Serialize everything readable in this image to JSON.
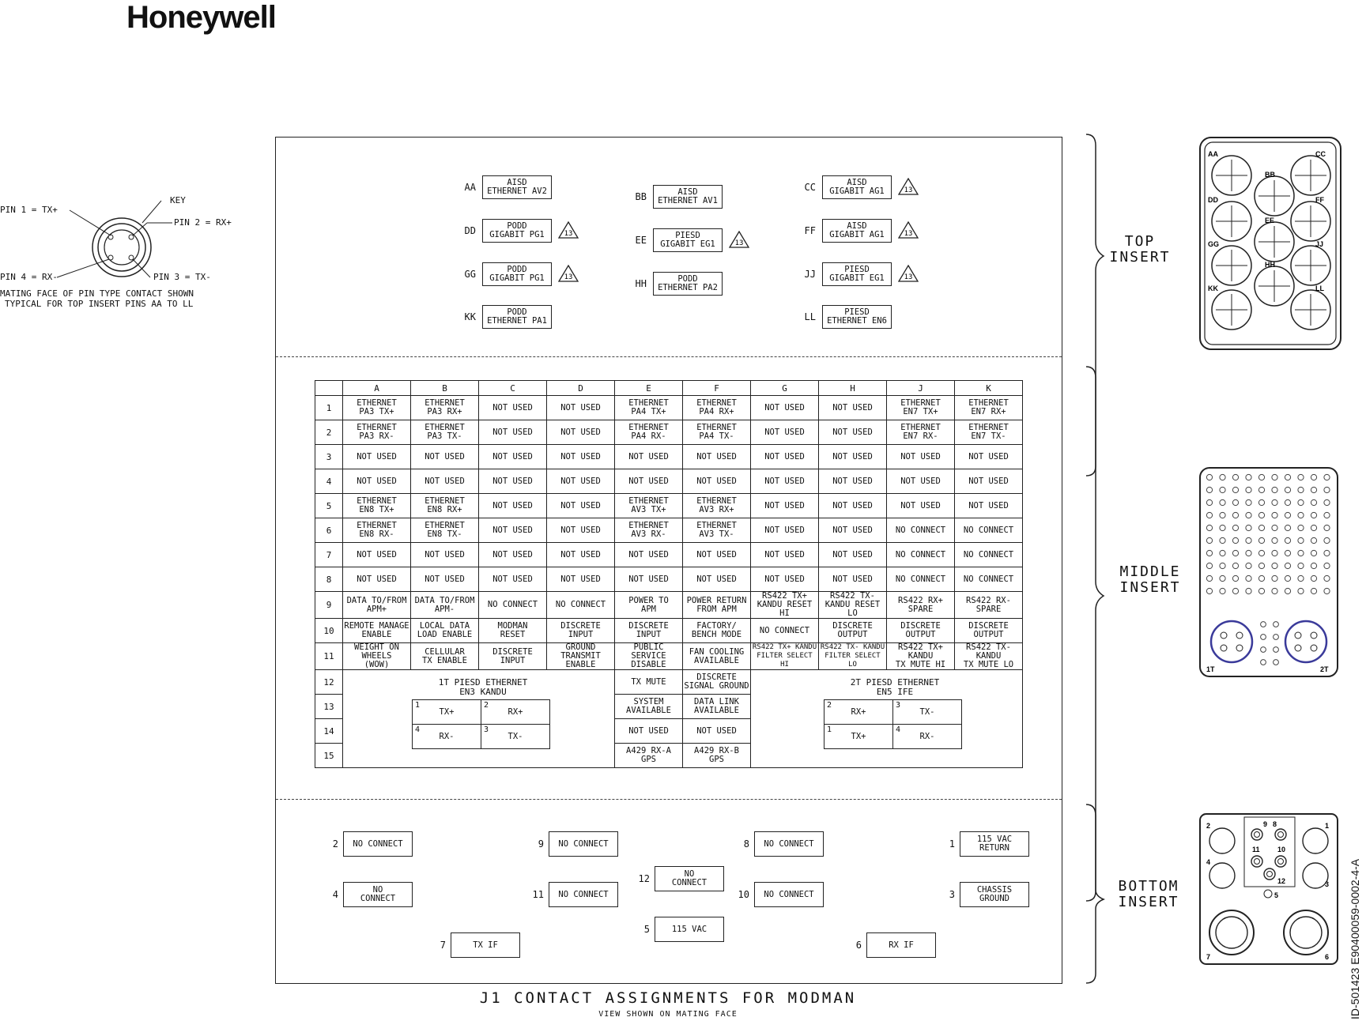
{
  "brand": {
    "logo_text": "Honeywell"
  },
  "pin_note": {
    "pin1": "PIN 1 = TX+",
    "pin2": "PIN 2 = RX+",
    "pin3": "PIN 3 = TX-",
    "pin4": "PIN 4 = RX-",
    "key": "KEY",
    "caption1": "MATING FACE OF PIN TYPE CONTACT SHOWN",
    "caption2": "TYPICAL FOR TOP INSERT PINS AA TO LL"
  },
  "top_insert": {
    "label_line1": "TOP",
    "label_line2": "INSERT",
    "note_symbol": "13",
    "contacts": [
      {
        "id": "AA",
        "line1": "AISD",
        "line2": "ETHERNET AV2",
        "note": false
      },
      {
        "id": "BB",
        "line1": "AISD",
        "line2": "ETHERNET AV1",
        "note": false
      },
      {
        "id": "CC",
        "line1": "AISD",
        "line2": "GIGABIT AG1",
        "note": true
      },
      {
        "id": "DD",
        "line1": "PODD",
        "line2": "GIGABIT PG1",
        "note": true
      },
      {
        "id": "EE",
        "line1": "PIESD",
        "line2": "GIGABIT EG1",
        "note": true
      },
      {
        "id": "FF",
        "line1": "AISD",
        "line2": "GIGABIT AG1",
        "note": true
      },
      {
        "id": "GG",
        "line1": "PODD",
        "line2": "GIGABIT PG1",
        "note": true
      },
      {
        "id": "HH",
        "line1": "PODD",
        "line2": "ETHERNET PA2",
        "note": false
      },
      {
        "id": "JJ",
        "line1": "PIESD",
        "line2": "GIGABIT EG1",
        "note": true
      },
      {
        "id": "KK",
        "line1": "PODD",
        "line2": "ETHERNET PA1",
        "note": false
      },
      {
        "id": "LL",
        "line1": "PIESD",
        "line2": "ETHERNET EN6",
        "note": false
      }
    ],
    "face_labels": [
      "AA",
      "BB",
      "CC",
      "DD",
      "EE",
      "FF",
      "GG",
      "HH",
      "JJ",
      "KK",
      "LL"
    ]
  },
  "middle_insert": {
    "label_line1": "MIDDLE",
    "label_line2": "INSERT",
    "columns": [
      "A",
      "B",
      "C",
      "D",
      "E",
      "F",
      "G",
      "H",
      "J",
      "K"
    ],
    "rows": [
      {
        "n": "1",
        "cells": [
          "ETHERNET|PA3 TX+",
          "ETHERNET|PA3 RX+",
          "NOT USED",
          "NOT USED",
          "ETHERNET|PA4 TX+",
          "ETHERNET|PA4 RX+",
          "NOT USED",
          "NOT USED",
          "ETHERNET|EN7 TX+",
          "ETHERNET|EN7 RX+"
        ]
      },
      {
        "n": "2",
        "cells": [
          "ETHERNET|PA3 RX-",
          "ETHERNET|PA3 TX-",
          "NOT USED",
          "NOT USED",
          "ETHERNET|PA4 RX-",
          "ETHERNET|PA4 TX-",
          "NOT USED",
          "NOT USED",
          "ETHERNET|EN7 RX-",
          "ETHERNET|EN7 TX-"
        ]
      },
      {
        "n": "3",
        "cells": [
          "NOT USED",
          "NOT USED",
          "NOT USED",
          "NOT USED",
          "NOT USED",
          "NOT USED",
          "NOT USED",
          "NOT USED",
          "NOT USED",
          "NOT USED"
        ]
      },
      {
        "n": "4",
        "cells": [
          "NOT USED",
          "NOT USED",
          "NOT USED",
          "NOT USED",
          "NOT USED",
          "NOT USED",
          "NOT USED",
          "NOT USED",
          "NOT USED",
          "NOT USED"
        ]
      },
      {
        "n": "5",
        "cells": [
          "ETHERNET|EN8 TX+",
          "ETHERNET|EN8 RX+",
          "NOT USED",
          "NOT USED",
          "ETHERNET|AV3 TX+",
          "ETHERNET|AV3 RX+",
          "NOT USED",
          "NOT USED",
          "NOT USED",
          "NOT USED"
        ]
      },
      {
        "n": "6",
        "cells": [
          "ETHERNET|EN8 RX-",
          "ETHERNET|EN8 TX-",
          "NOT USED",
          "NOT USED",
          "ETHERNET|AV3 RX-",
          "ETHERNET|AV3 TX-",
          "NOT USED",
          "NOT USED",
          "NO CONNECT",
          "NO CONNECT"
        ]
      },
      {
        "n": "7",
        "cells": [
          "NOT USED",
          "NOT USED",
          "NOT USED",
          "NOT USED",
          "NOT USED",
          "NOT USED",
          "NOT USED",
          "NOT USED",
          "NO CONNECT",
          "NO CONNECT"
        ]
      },
      {
        "n": "8",
        "cells": [
          "NOT USED",
          "NOT USED",
          "NOT USED",
          "NOT USED",
          "NOT USED",
          "NOT USED",
          "NOT USED",
          "NOT USED",
          "NO CONNECT",
          "NO CONNECT"
        ]
      },
      {
        "n": "9",
        "cells": [
          "DATA TO/FROM|APM+",
          "DATA TO/FROM|APM-",
          "NO CONNECT",
          "NO CONNECT",
          "POWER TO|APM",
          "POWER RETURN|FROM APM",
          "RS422 TX+|KANDU RESET HI",
          "RS422 TX-|KANDU RESET LO",
          "RS422 RX+|SPARE",
          "RS422 RX-|SPARE"
        ]
      },
      {
        "n": "10",
        "cells": [
          "REMOTE MANAGE|ENABLE",
          "LOCAL DATA|LOAD ENABLE",
          "MODMAN|RESET",
          "DISCRETE|INPUT",
          "DISCRETE|INPUT",
          "FACTORY/|BENCH MODE",
          "NO CONNECT",
          "DISCRETE|OUTPUT",
          "DISCRETE|OUTPUT",
          "DISCRETE|OUTPUT"
        ]
      },
      {
        "n": "11",
        "cells": [
          "WEIGHT ON WHEELS|(WOW)",
          "CELLULAR|TX ENABLE",
          "DISCRETE|INPUT",
          "GROUND TRANSMIT|ENABLE",
          "PUBLIC SERVICE|DISABLE",
          "FAN COOLING|AVAILABLE",
          "RS422 TX+ KANDU|FILTER SELECT HI",
          "RS422 TX- KANDU|FILTER SELECT LO",
          "RS422 TX+ KANDU|TX MUTE HI",
          "RS422 TX- KANDU|TX MUTE LO"
        ]
      }
    ],
    "lower_rows": [
      "12",
      "13",
      "14",
      "15"
    ],
    "col_e_lower": [
      "TX MUTE",
      "SYSTEM|AVAILABLE",
      "NOT USED",
      "A429 RX-A|GPS"
    ],
    "col_f_lower": [
      "DISCRETE|SIGNAL GROUND",
      "DATA LINK|AVAILABLE",
      "NOT USED",
      "A429 RX-B|GPS"
    ],
    "kandu_1t": {
      "title1": "1T PIESD ETHERNET",
      "title2": "EN3 KANDU",
      "cells": [
        {
          "num": "1",
          "sig": "TX+"
        },
        {
          "num": "2",
          "sig": "RX+"
        },
        {
          "num": "4",
          "sig": "RX-"
        },
        {
          "num": "3",
          "sig": "TX-"
        }
      ]
    },
    "ife_2t": {
      "title1": "2T PIESD ETHERNET",
      "title2": "EN5 IFE",
      "cells": [
        {
          "num": "2",
          "sig": "RX+"
        },
        {
          "num": "3",
          "sig": "TX-"
        },
        {
          "num": "1",
          "sig": "TX+"
        },
        {
          "num": "4",
          "sig": "RX-"
        }
      ]
    },
    "face_labels": [
      "1T",
      "2T"
    ]
  },
  "bottom_insert": {
    "label_line1": "BOTTOM",
    "label_line2": "INSERT",
    "contacts": [
      {
        "id": "2",
        "line1": "NO CONNECT",
        "line2": ""
      },
      {
        "id": "9",
        "line1": "NO CONNECT",
        "line2": ""
      },
      {
        "id": "8",
        "line1": "NO CONNECT",
        "line2": ""
      },
      {
        "id": "1",
        "line1": "115 VAC",
        "line2": "RETURN"
      },
      {
        "id": "12",
        "line1": "NO",
        "line2": "CONNECT"
      },
      {
        "id": "4",
        "line1": "NO",
        "line2": "CONNECT"
      },
      {
        "id": "11",
        "line1": "NO CONNECT",
        "line2": ""
      },
      {
        "id": "10",
        "line1": "NO CONNECT",
        "line2": ""
      },
      {
        "id": "3",
        "line1": "CHASSIS",
        "line2": "GROUND"
      },
      {
        "id": "5",
        "line1": "115 VAC",
        "line2": ""
      },
      {
        "id": "7",
        "line1": "TX IF",
        "line2": ""
      },
      {
        "id": "6",
        "line1": "RX IF",
        "line2": ""
      }
    ],
    "face_labels": [
      "2",
      "9",
      "8",
      "1",
      "11",
      "10",
      "4",
      "3",
      "12",
      "5",
      "7",
      "6"
    ]
  },
  "footer": {
    "title": "J1 CONTACT ASSIGNMENTS FOR MODMAN",
    "subtitle": "VIEW SHOWN ON MATING FACE",
    "side_id": "ID-501423  E90400059-0002-4-A"
  },
  "colors": {
    "line": "#222222",
    "accent_ring": "#3a3a9a"
  }
}
